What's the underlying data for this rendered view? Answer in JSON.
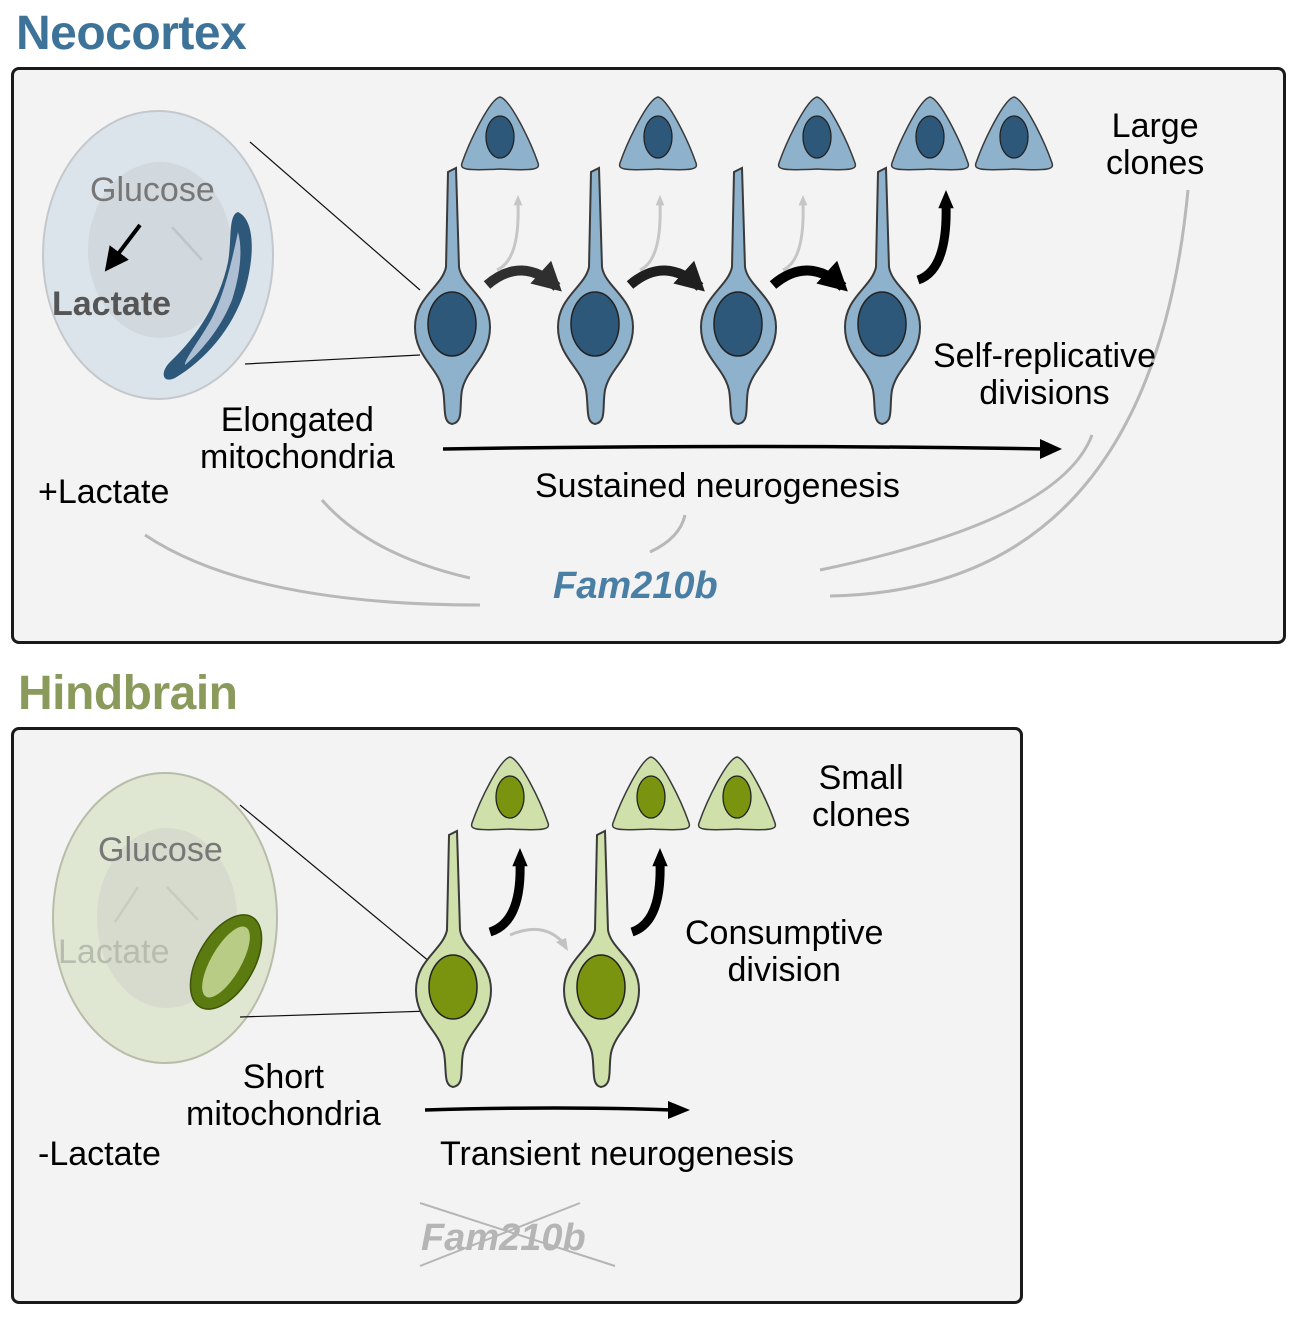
{
  "neocortex": {
    "title": "Neocortex",
    "title_color": "#3d7399",
    "cell_fill": "#8fb2cc",
    "nucleus_fill": "#2e5879",
    "mito_color": "#2e5879",
    "glucose": "Glucose",
    "lactate_inner": "Lactate",
    "mito_label_1": "Elongated",
    "mito_label_2": "mitochondria",
    "condition": "+Lactate",
    "progress": "Sustained neurogenesis",
    "division_label_1": "Self-replicative",
    "division_label_2": "divisions",
    "clone_label_1": "Large",
    "clone_label_2": "clones",
    "gene": "Fam210b",
    "gene_color": "#4a7fa5"
  },
  "hindbrain": {
    "title": "Hindbrain",
    "title_color": "#8a9a5b",
    "cell_fill": "#cfe0aa",
    "nucleus_fill": "#7a9410",
    "mito_color": "#5b7a10",
    "glucose": "Glucose",
    "lactate_inner": "Lactate",
    "mito_label_1": "Short",
    "mito_label_2": "mitochondria",
    "condition": "-Lactate",
    "progress": "Transient neurogenesis",
    "division_label_1": "Consumptive",
    "division_label_2": "division",
    "clone_label_1": "Small",
    "clone_label_2": "clones",
    "gene": "Fam210b",
    "gene_color": "#b5b5b5"
  }
}
